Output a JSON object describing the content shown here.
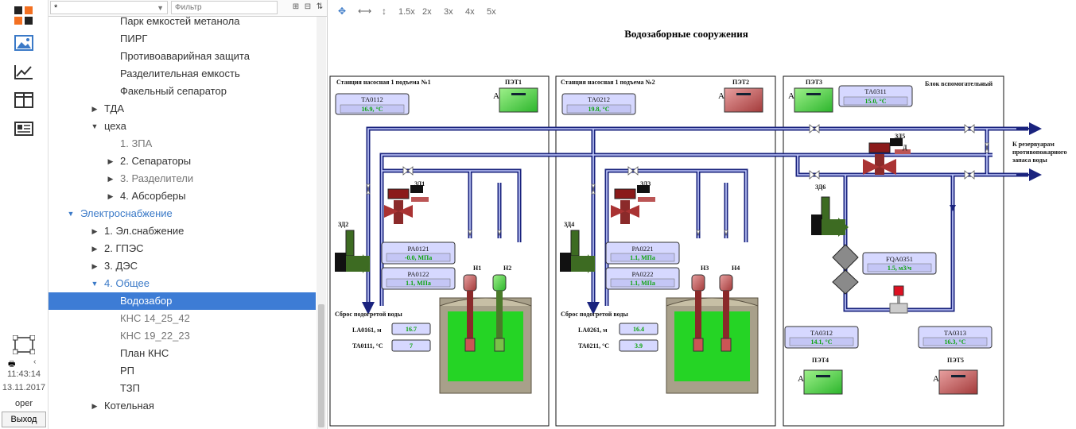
{
  "sidebar": {
    "time": "11:43:14",
    "date": "13.11.2017",
    "user": "oper",
    "exit_label": "Выход",
    "icons": [
      "app-logo-icon",
      "image-icon",
      "trend-chart-icon",
      "panels-icon",
      "report-icon",
      "diagram-icon",
      "print-icon"
    ]
  },
  "tree": {
    "selector_value": "*",
    "filter_placeholder": "Фильтр",
    "items": [
      {
        "label": "Парк емкостей метанола",
        "level": 3
      },
      {
        "label": "ПИРГ",
        "level": 3
      },
      {
        "label": "Противоаварийная защита",
        "level": 3
      },
      {
        "label": "Разделительная емкость",
        "level": 3
      },
      {
        "label": "Факельный сепаратор",
        "level": 3
      },
      {
        "label": "ТДА",
        "level": 2,
        "arrow": "collapsed"
      },
      {
        "label": "цеха",
        "level": 2,
        "arrow": "expanded"
      },
      {
        "label": "1. ЗПА",
        "level": 3,
        "style": "gray"
      },
      {
        "label": "2. Сепараторы",
        "level": 3,
        "arrow": "collapsed"
      },
      {
        "label": "3. Разделители",
        "level": 3,
        "arrow": "collapsed",
        "style": "gray"
      },
      {
        "label": "4. Абсорберы",
        "level": 3,
        "arrow": "collapsed"
      },
      {
        "label": "Электроснабжение",
        "level": 1,
        "arrow": "expanded",
        "style": "blue"
      },
      {
        "label": "1. Эл.снабжение",
        "level": 2,
        "arrow": "collapsed"
      },
      {
        "label": "2. ГПЭС",
        "level": 2,
        "arrow": "collapsed"
      },
      {
        "label": "3. ДЭС",
        "level": 2,
        "arrow": "collapsed"
      },
      {
        "label": "4. Общее",
        "level": 2,
        "arrow": "expanded",
        "style": "blue"
      },
      {
        "label": "Водозабор",
        "level": 3,
        "style": "selected"
      },
      {
        "label": "КНС 14_25_42",
        "level": 3,
        "style": "gray"
      },
      {
        "label": "КНС 19_22_23",
        "level": 3,
        "style": "gray"
      },
      {
        "label": "План КНС",
        "level": 3
      },
      {
        "label": "РП",
        "level": 3
      },
      {
        "label": "ТЗП",
        "level": 3
      },
      {
        "label": "Котельная",
        "level": 2,
        "arrow": "collapsed"
      }
    ]
  },
  "toolbar": {
    "zoom_options": [
      "1.5x",
      "2x",
      "3x",
      "4x",
      "5x"
    ]
  },
  "diagram": {
    "title": "Водозаборные сооружения",
    "station1": {
      "title": "Станция насосная 1 подъема №1",
      "pet": "ПЭТ1",
      "ta_name": "ТА0112",
      "ta_value": "16.9, °С",
      "valve": "ЗД1",
      "valve2": "ЗД2",
      "pa1_name": "PA0121",
      "pa1_value": "-0.0, МПа",
      "pa2_name": "PA0122",
      "pa2_value": "1.1, МПа",
      "pump1": "Н1",
      "pump2": "Н2",
      "drain": "Сброс подогретой воды",
      "la_label": "LA0161, м",
      "la_value": "16.7",
      "ta2_label": "TA0111, °С",
      "ta2_value": "7"
    },
    "station2": {
      "title": "Станция насосная 1 подъема №2",
      "pet": "ПЭТ2",
      "ta_name": "ТА0212",
      "ta_value": "19.8, °С",
      "valve": "ЗД3",
      "valve2": "ЗД4",
      "pa1_name": "PA0221",
      "pa1_value": "1.1, МПа",
      "pa2_name": "PA0222",
      "pa2_value": "1.1, МПа",
      "pump1": "Н3",
      "pump2": "Н4",
      "drain": "Сброс подогретой воды",
      "la_label": "LA0261, м",
      "la_value": "16.4",
      "ta2_label": "TA0211, °С",
      "ta2_value": "3.9"
    },
    "aux": {
      "pet3": "ПЭТ3",
      "block_title": "Блок вспомогательный",
      "ta1_name": "ТА0311",
      "ta1_value": "15.0, °С",
      "valve5": "ЗД5",
      "valve6": "ЗД6",
      "fqa_name": "FQA0351",
      "fqa_value": "1.5, м3/ч",
      "ta2_name": "ТА0312",
      "ta2_value": "14.1, °С",
      "ta3_name": "ТА0313",
      "ta3_value": "16.3, °С",
      "pet4": "ПЭТ4",
      "pet5": "ПЭТ5",
      "reservoir_1": "К резервуарам",
      "reservoir_2": "противопожарного",
      "reservoir_3": "запаса воды"
    },
    "letter_a": "А",
    "letter_d": "Д"
  }
}
